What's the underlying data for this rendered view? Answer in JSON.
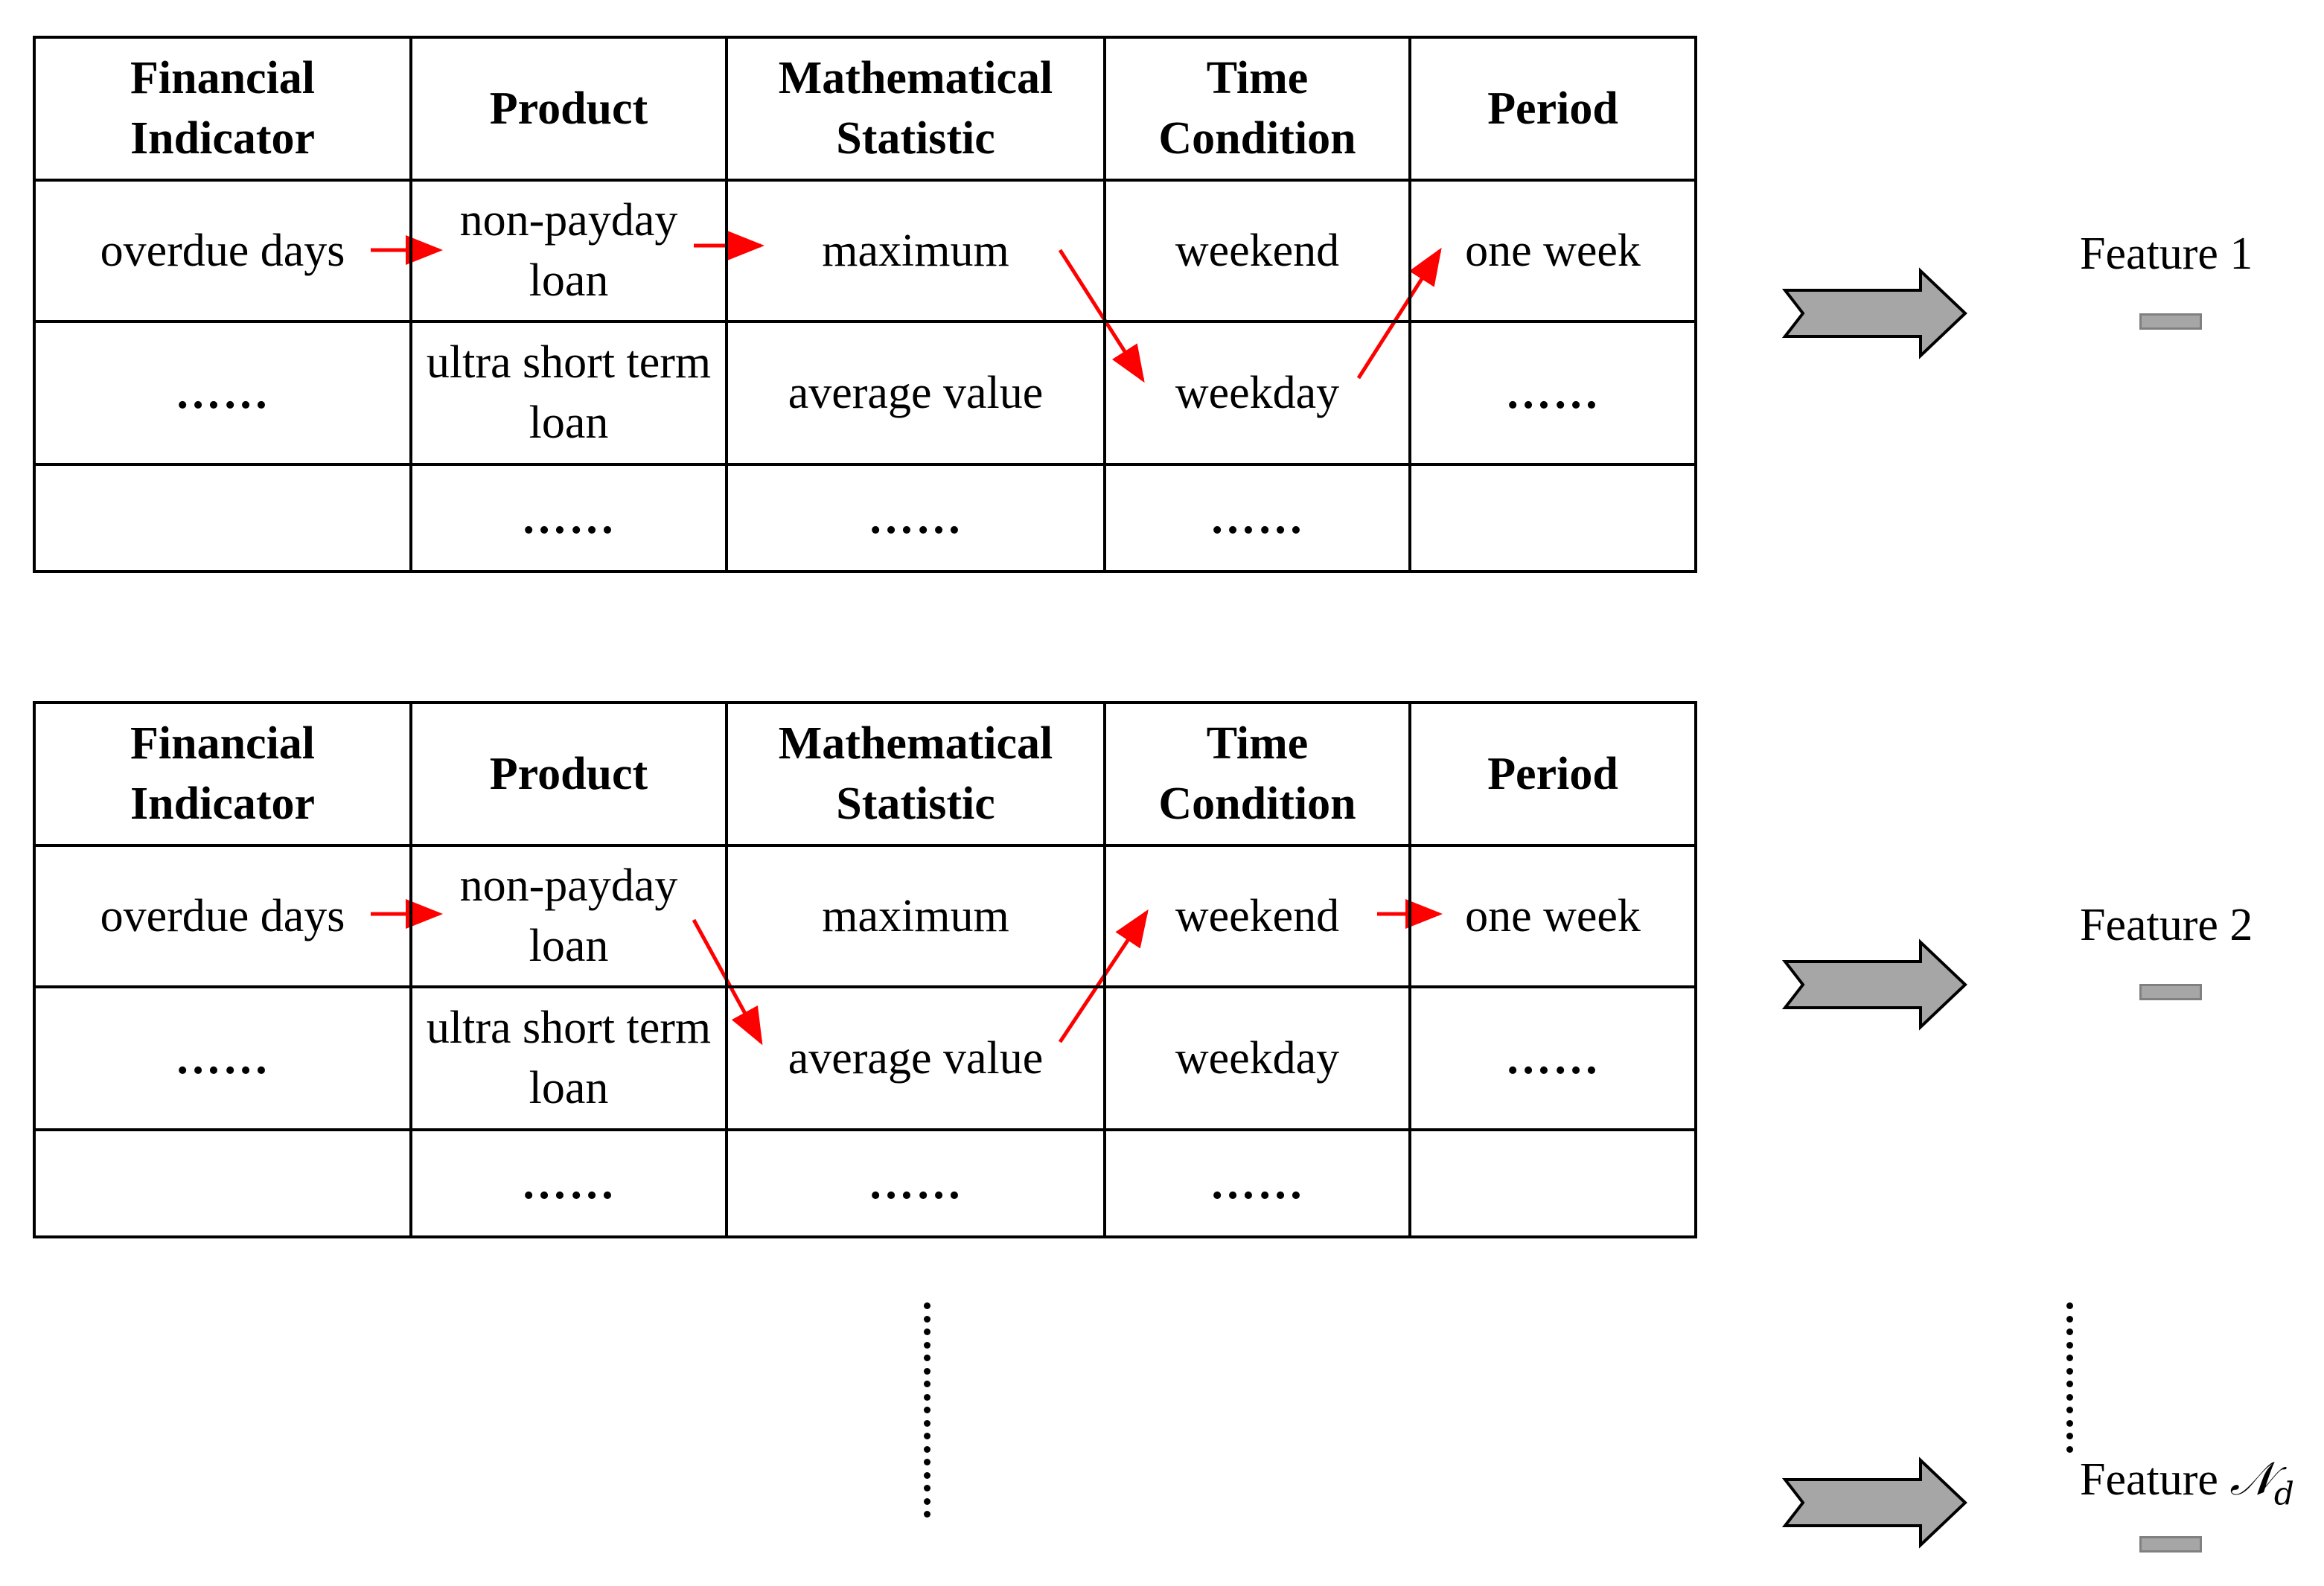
{
  "tables": [
    {
      "headers": [
        "Financial Indicator",
        "Product",
        "Mathematical Statistic",
        "Time Condition",
        "Period"
      ],
      "rows": [
        [
          "overdue days",
          "non-payday loan",
          "maximum",
          "weekend",
          "one week"
        ],
        [
          "……",
          "ultra short term loan",
          "average value",
          "weekday",
          "……"
        ],
        [
          "",
          "……",
          "……",
          "……",
          ""
        ]
      ]
    },
    {
      "headers": [
        "Financial Indicator",
        "Product",
        "Mathematical Statistic",
        "Time Condition",
        "Period"
      ],
      "rows": [
        [
          "overdue days",
          "non-payday loan",
          "maximum",
          "weekend",
          "one week"
        ],
        [
          "……",
          "ultra short term loan",
          "average value",
          "weekday",
          "……"
        ],
        [
          "",
          "……",
          "……",
          "……",
          ""
        ]
      ]
    }
  ],
  "features": [
    {
      "label": "Feature 1"
    },
    {
      "label": "Feature 2"
    },
    {
      "label": "Feature ",
      "symbol": "𝒩",
      "subscript": "d"
    }
  ],
  "colors": {
    "path_arrow": "#ff0000",
    "block_arrow_fill": "#a6a6a6",
    "block_arrow_stroke": "#000000",
    "feature_bar": "#a6a6a6"
  }
}
